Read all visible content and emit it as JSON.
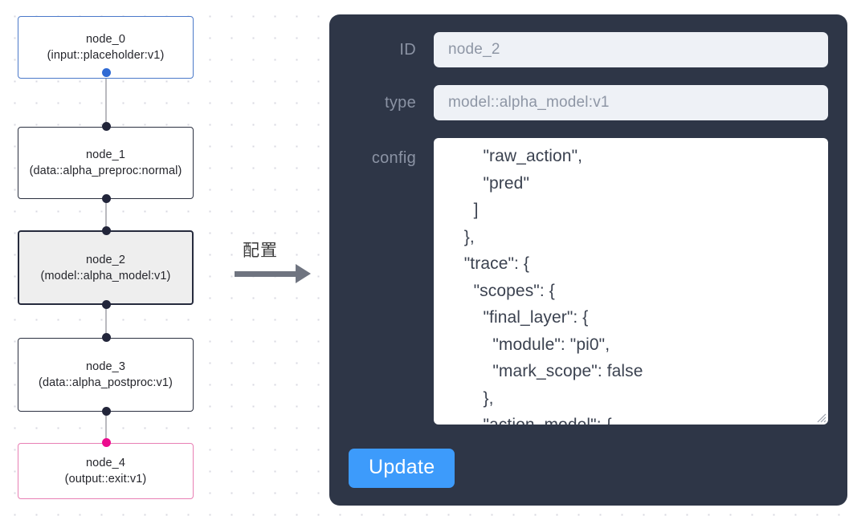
{
  "graph": {
    "nodes": [
      {
        "id": "node_0",
        "title": "node_0",
        "subtitle": "(input::placeholder:v1)",
        "state": "input",
        "border_color": "#4b79c9"
      },
      {
        "id": "node_1",
        "title": "node_1",
        "subtitle": "(data::alpha_preproc:normal)",
        "state": "default",
        "border_color": "#2b3040"
      },
      {
        "id": "node_2",
        "title": "node_2",
        "subtitle": "(model::alpha_model:v1)",
        "state": "selected",
        "border_color": "#262b3d",
        "fill_color": "#eeeeee"
      },
      {
        "id": "node_3",
        "title": "node_3",
        "subtitle": "(data::alpha_postproc:v1)",
        "state": "default",
        "border_color": "#2b3040"
      },
      {
        "id": "node_4",
        "title": "node_4",
        "subtitle": "(output::exit:v1)",
        "state": "output",
        "border_color": "#e87fb4"
      }
    ],
    "edge_color": "#b9b9be",
    "handle_color": "#22253a",
    "handle_input_color": "#2f6ad4",
    "handle_output_color": "#ec0c8e"
  },
  "arrow": {
    "label": "配置",
    "color": "#6f7480"
  },
  "panel": {
    "background": "#2e3647",
    "fields": [
      {
        "key": "id",
        "label": "ID",
        "value": "node_2"
      },
      {
        "key": "type",
        "label": "type",
        "value": "model::alpha_model:v1"
      },
      {
        "key": "config",
        "label": "config",
        "value": "        \"raw_action\",\n        \"pred\"\n      ]\n    },\n    \"trace\": {\n      \"scopes\": {\n        \"final_layer\": {\n          \"module\": \"pi0\",\n          \"mark_scope\": false\n        },\n        \"action_model\": {"
      }
    ],
    "update_button": {
      "label": "Update",
      "color": "#3d9bfb"
    }
  }
}
